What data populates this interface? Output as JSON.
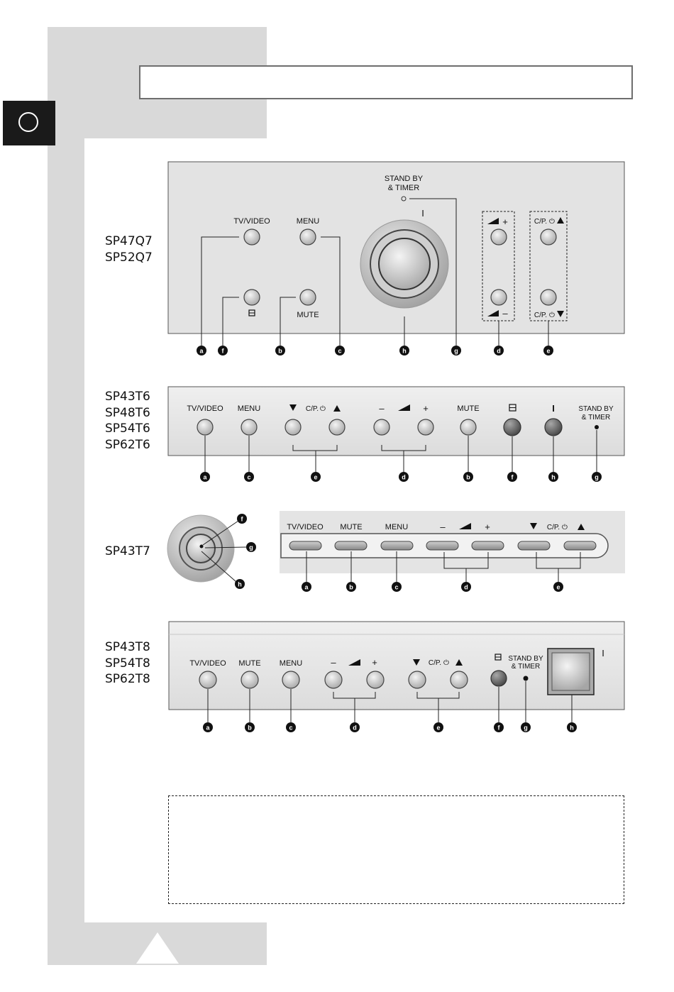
{
  "panel1": {
    "models": [
      "SP47Q7",
      "SP52Q7"
    ],
    "labels": {
      "tvvideo": "TV/VIDEO",
      "menu": "MENU",
      "mute": "MUTE",
      "standby1": "STAND BY",
      "standby2": "& TIMER",
      "power": "I",
      "vol_plus": "+",
      "vol_minus": "–",
      "cp_up": "C/P.",
      "cp_down": "C/P."
    },
    "callouts": [
      "a",
      "f",
      "b",
      "c",
      "h",
      "g",
      "d",
      "e"
    ]
  },
  "panel2": {
    "models": [
      "SP43T6",
      "SP48T6",
      "SP54T6",
      "SP62T6"
    ],
    "labels": {
      "tvvideo": "TV/VIDEO",
      "menu": "MENU",
      "cp": "C/P.",
      "minus": "–",
      "plus": "+",
      "mute": "MUTE",
      "power": "I",
      "standby1": "STAND BY",
      "standby2": "& TIMER"
    },
    "callouts": [
      "a",
      "c",
      "e",
      "d",
      "b",
      "f",
      "h",
      "g"
    ]
  },
  "panel3": {
    "models": [
      "SP43T7"
    ],
    "labels": {
      "tvvideo": "TV/VIDEO",
      "mute": "MUTE",
      "menu": "MENU",
      "minus": "–",
      "plus": "+",
      "cp": "C/P."
    },
    "callouts": [
      "a",
      "b",
      "c",
      "d",
      "e"
    ],
    "knob_callouts": [
      "f",
      "g",
      "h"
    ]
  },
  "panel4": {
    "models": [
      "SP43T8",
      "SP54T8",
      "SP62T8"
    ],
    "labels": {
      "tvvideo": "TV/VIDEO",
      "mute": "MUTE",
      "menu": "MENU",
      "minus": "–",
      "plus": "+",
      "cp": "C/P.",
      "standby1": "STAND BY",
      "standby2": "& TIMER",
      "power": "I"
    },
    "callouts": [
      "a",
      "b",
      "c",
      "d",
      "e",
      "f",
      "g",
      "h"
    ]
  }
}
